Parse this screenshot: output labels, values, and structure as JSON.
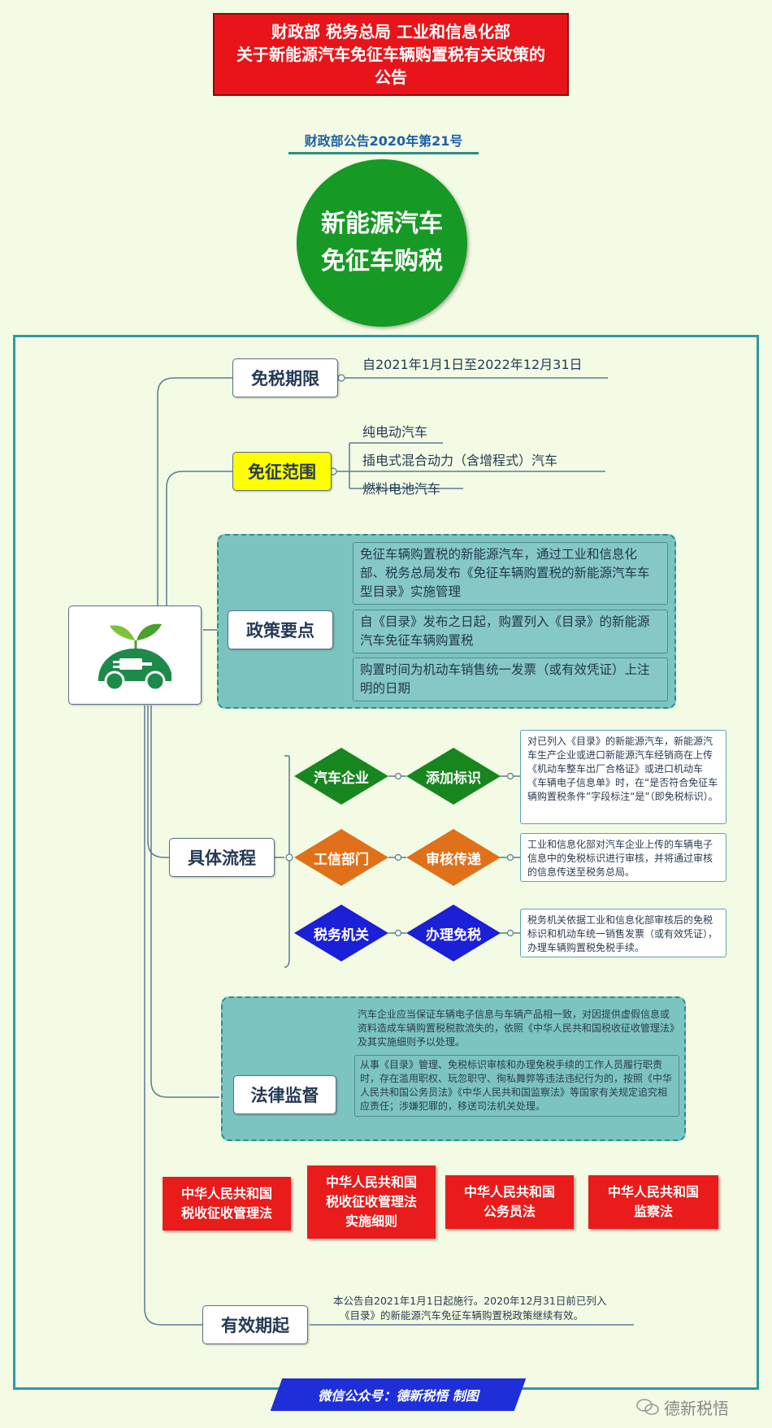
{
  "title": {
    "line1": "财政部 税务总局 工业和信息化部",
    "line2": "关于新能源汽车免征车辆购置税有关政策的",
    "line3": "公告"
  },
  "notice_number": "财政部公告2020年第21号",
  "center": {
    "line1": "新能源汽车",
    "line2": "免征车购税"
  },
  "branches": {
    "period": {
      "label": "免税期限",
      "detail": "自2021年1月1日至2022年12月31日"
    },
    "scope": {
      "label": "免征范围",
      "items": [
        "纯电动汽车",
        "插电式混合动力（含增程式）汽车",
        "燃料电池汽车"
      ]
    },
    "policy": {
      "label": "政策要点",
      "items": [
        "免征车辆购置税的新能源汽车，通过工业和信息化部、税务总局发布《免征车辆购置税的新能源汽车车型目录》实施管理",
        "自《目录》发布之日起，购置列入《目录》的新能源汽车免征车辆购置税",
        "购置时间为机动车销售统一发票（或有效凭证）上注明的日期"
      ]
    },
    "process": {
      "label": "具体流程",
      "steps": [
        {
          "actor": "汽车企业",
          "action": "添加标识",
          "color": "#17861f",
          "detail": "对已列入《目录》的新能源汽车，新能源汽车生产企业或进口新能源汽车经销商在上传《机动车整车出厂合格证》或进口机动车《车辆电子信息单》时，在“是否符合免征车辆购置税条件”字段标注“是”（即免税标识）。"
        },
        {
          "actor": "工信部门",
          "action": "审核传递",
          "color": "#e0711a",
          "detail": "工业和信息化部对汽车企业上传的车辆电子信息中的免税标识进行审核，并将通过审核的信息传送至税务总局。"
        },
        {
          "actor": "税务机关",
          "action": "办理免税",
          "color": "#1b1fd6",
          "detail": "税务机关依据工业和信息化部审核后的免税标识和机动车统一销售发票（或有效凭证），办理车辆购置税免税手续。"
        }
      ]
    },
    "supervision": {
      "label": "法律监督",
      "items": [
        "汽车企业应当保证车辆电子信息与车辆产品相一致，对因提供虚假信息或资料造成车辆购置税税款流失的，依照《中华人民共和国税收征收管理法》及其实施细则予以处理。",
        "从事《目录》管理、免税标识审核和办理免税手续的工作人员履行职责时，存在滥用职权、玩忽职守、徇私舞弊等违法违纪行为的，按照《中华人民共和国公务员法》《中华人民共和国监察法》等国家有关规定追究相应责任；涉嫌犯罪的，移送司法机关处理。"
      ],
      "laws": [
        {
          "line1": "中华人民共和国",
          "line2": "税收征收管理法",
          "line3": ""
        },
        {
          "line1": "中华人民共和国",
          "line2": "税收征收管理法",
          "line3": "实施细则"
        },
        {
          "line1": "中华人民共和国",
          "line2": "公务员法",
          "line3": ""
        },
        {
          "line1": "中华人民共和国",
          "line2": "监察法",
          "line3": ""
        }
      ]
    },
    "effective": {
      "label": "有效期起",
      "detail_line1": "本公告自2021年1月1日起施行。2020年12月31日前已列入",
      "detail_line2": "《目录》的新能源汽车免征车辆购置税政策继续有效。"
    }
  },
  "footer": {
    "banner": "微信公众号：德新税悟    制图",
    "watermark": "德新税悟"
  },
  "icons": {
    "root": "electric-car-icon",
    "watermark": "wechat-icon"
  }
}
